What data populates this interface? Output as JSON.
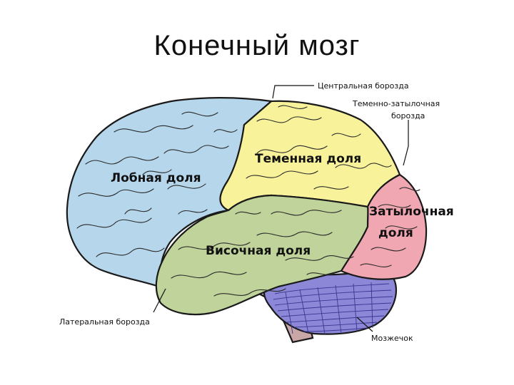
{
  "title": "Конечный мозг",
  "colors": {
    "frontal": "#b6d6ec",
    "parietal": "#f8f29a",
    "occipital": "#f1a7b2",
    "temporal": "#bfd39a",
    "cerebellum": "#8d87d8",
    "brainstem": "#c9a7a7"
  },
  "lobes": {
    "frontal": "Лобная доля",
    "parietal": "Теменная доля",
    "occipital_line1": "Затылочная",
    "occipital_line2": "доля",
    "temporal": "Височная доля"
  },
  "callouts": {
    "central_sulcus": "Центральная борозда",
    "parieto_occipital_line1": "Теменно-затылочная",
    "parieto_occipital_line2": "борозда",
    "lateral_sulcus": "Латеральная борозда",
    "cerebellum": "Мозжечок"
  }
}
